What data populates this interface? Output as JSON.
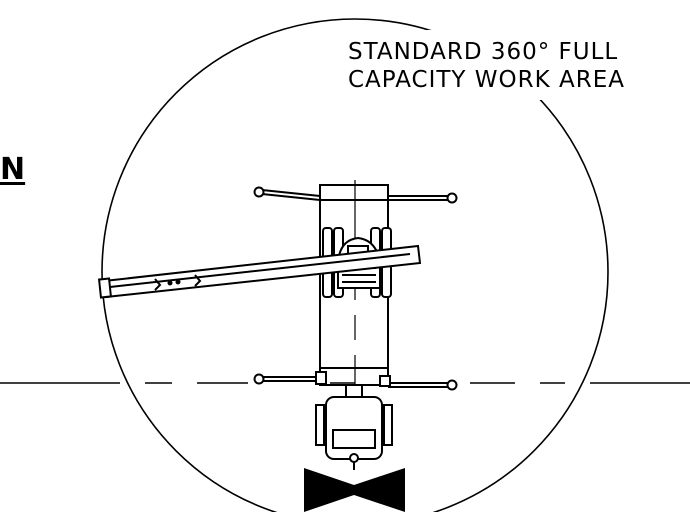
{
  "label": {
    "line1": "STANDARD 360° FULL",
    "line2": "CAPACITY WORK AREA"
  },
  "heading_fragment": "N"
}
